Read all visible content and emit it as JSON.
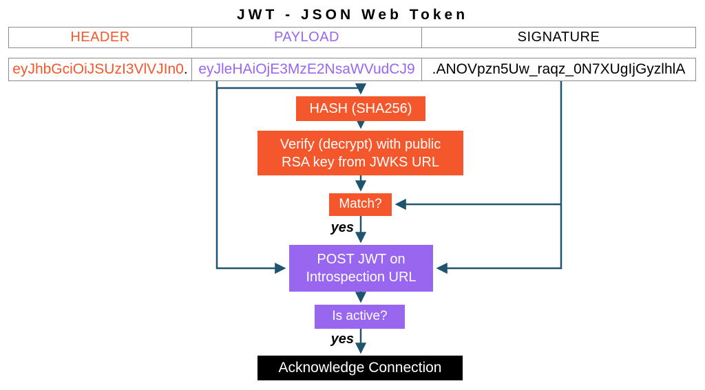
{
  "title": "JWT - JSON Web Token",
  "colors": {
    "orange": "#F4572B",
    "purple": "#9966F0",
    "line": "#1F546E",
    "black": "#000000"
  },
  "token": {
    "header_label": "HEADER",
    "payload_label": "PAYLOAD",
    "signature_label": "SIGNATURE",
    "header_value": "eyJhbGciOiJSUzI3VlVJIn0",
    "dot1": ".",
    "payload_value": "eyJleHAiOjE3MzE2NsaWVudCJ9",
    "dot2": ".",
    "signature_value": "ANOVpzn5Uw_raqz_0N7XUgIjGyzlhlA"
  },
  "flow": {
    "hash": "HASH (SHA256)",
    "verify": "Verify (decrypt) with public\nRSA key from JWKS URL",
    "match": "Match?",
    "yes1": "yes",
    "post": "POST JWT on\nIntrospection URL",
    "is_active": "Is active?",
    "yes2": "yes",
    "acknowledge": "Acknowledge Connection"
  }
}
